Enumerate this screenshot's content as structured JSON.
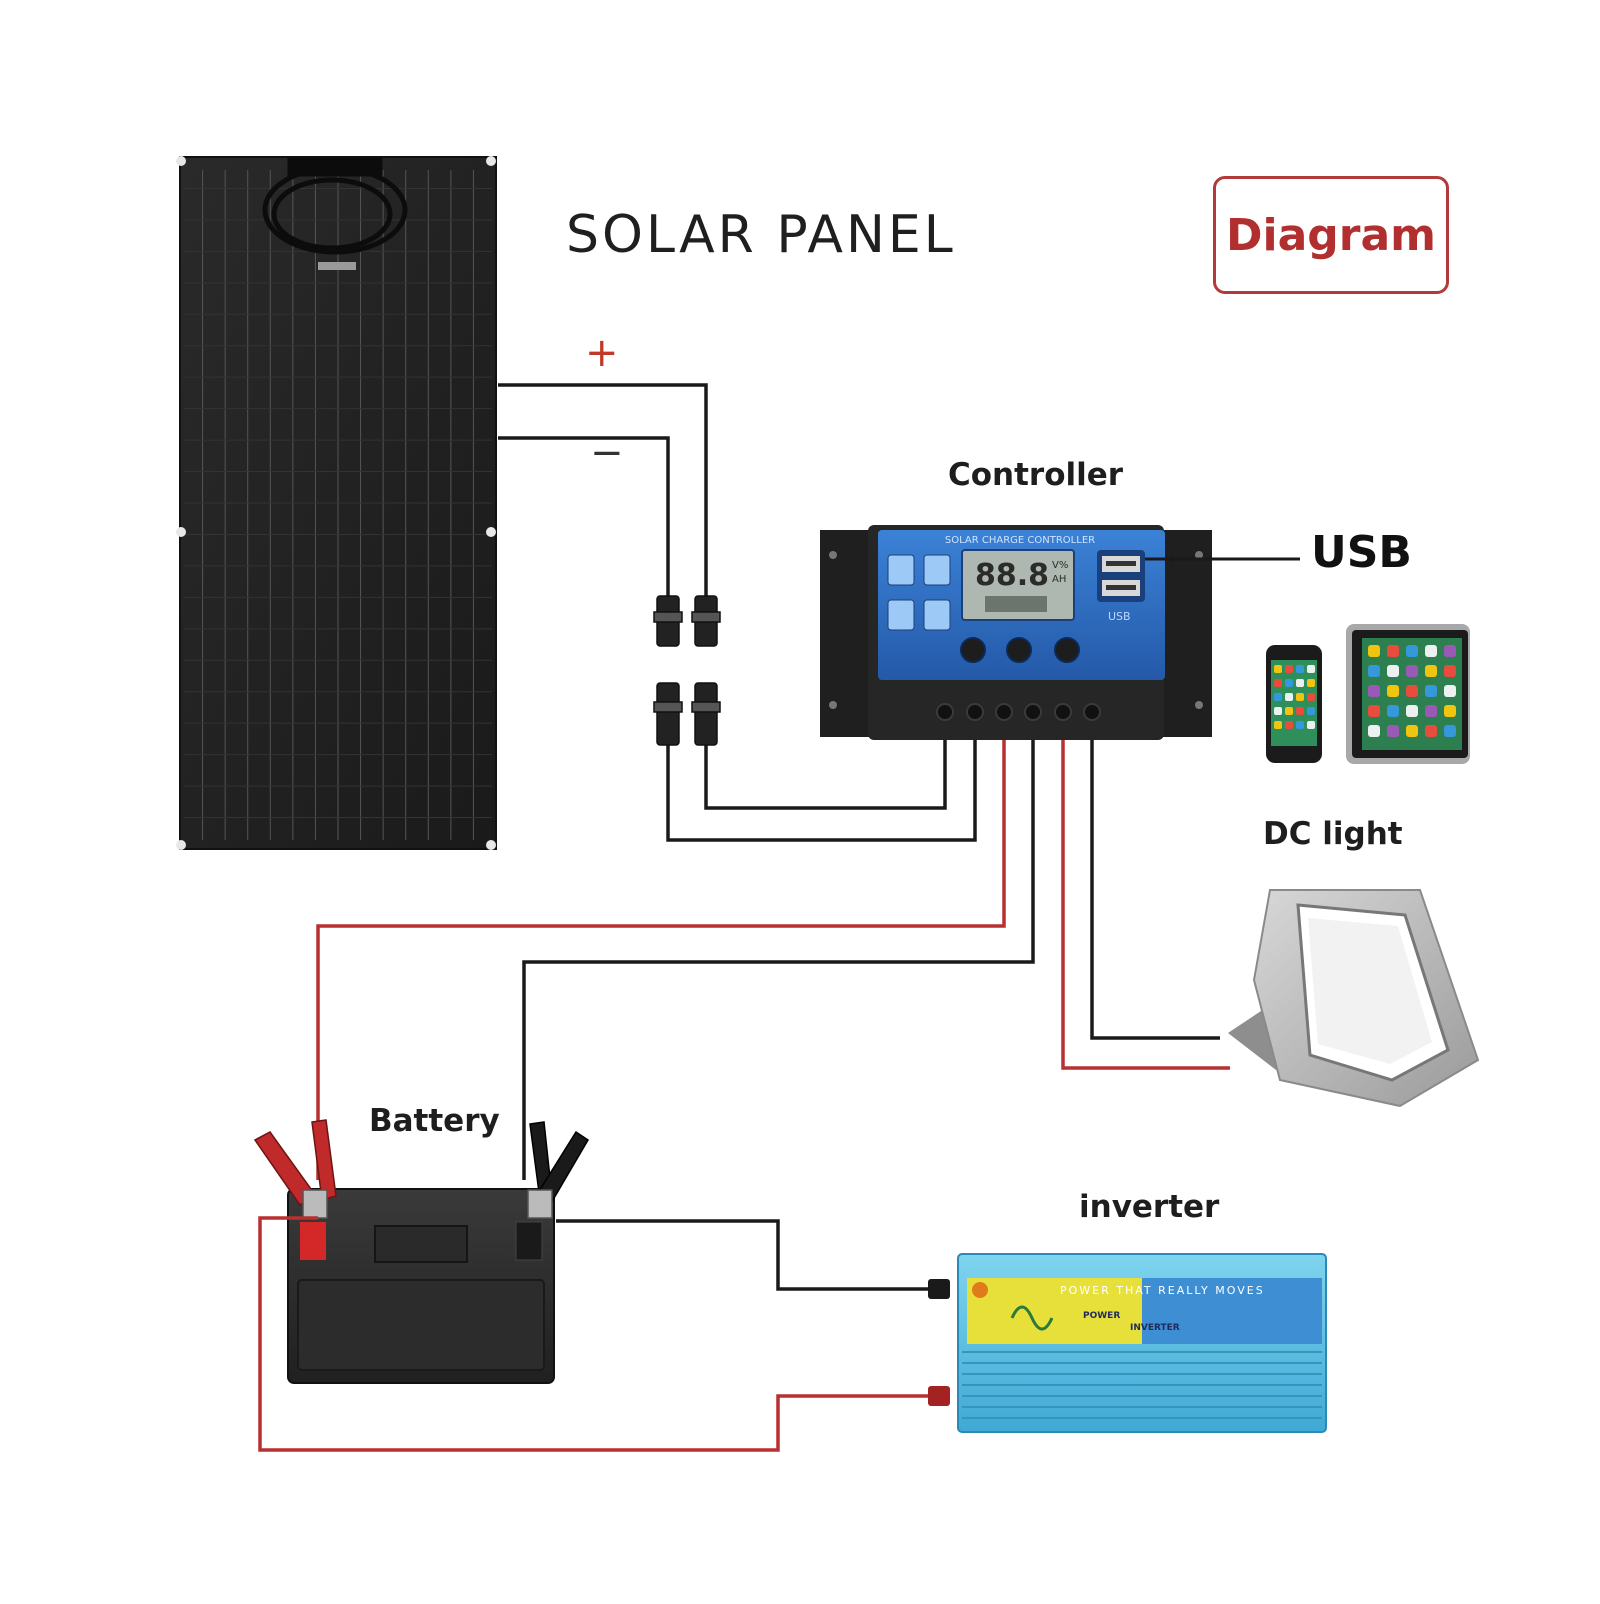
{
  "labels": {
    "title": "SOLAR  PANEL",
    "badge": "Diagram",
    "positive": "+",
    "negative": "−",
    "controller": "Controller",
    "usb": "USB",
    "dc_light": "DC light",
    "battery": "Battery",
    "inverter": "inverter"
  },
  "controller_panel": {
    "header": "SOLAR CHARGE CONTROLLER",
    "lcd_digits": "88.8",
    "lcd_units_top": "V%",
    "lcd_units_bottom": "AH",
    "usb_tag": "USB"
  },
  "inverter_panel": {
    "slogan": "POWER THAT REALLY MOVES",
    "line1": "POWER",
    "line2": "INVERTER"
  },
  "colors": {
    "positive_wire": "#b83030",
    "negative_wire": "#1a1a1a",
    "badge": "#b22f2f",
    "controller_face": "#2f6fc0",
    "inverter_body": "#5cc3e4"
  }
}
